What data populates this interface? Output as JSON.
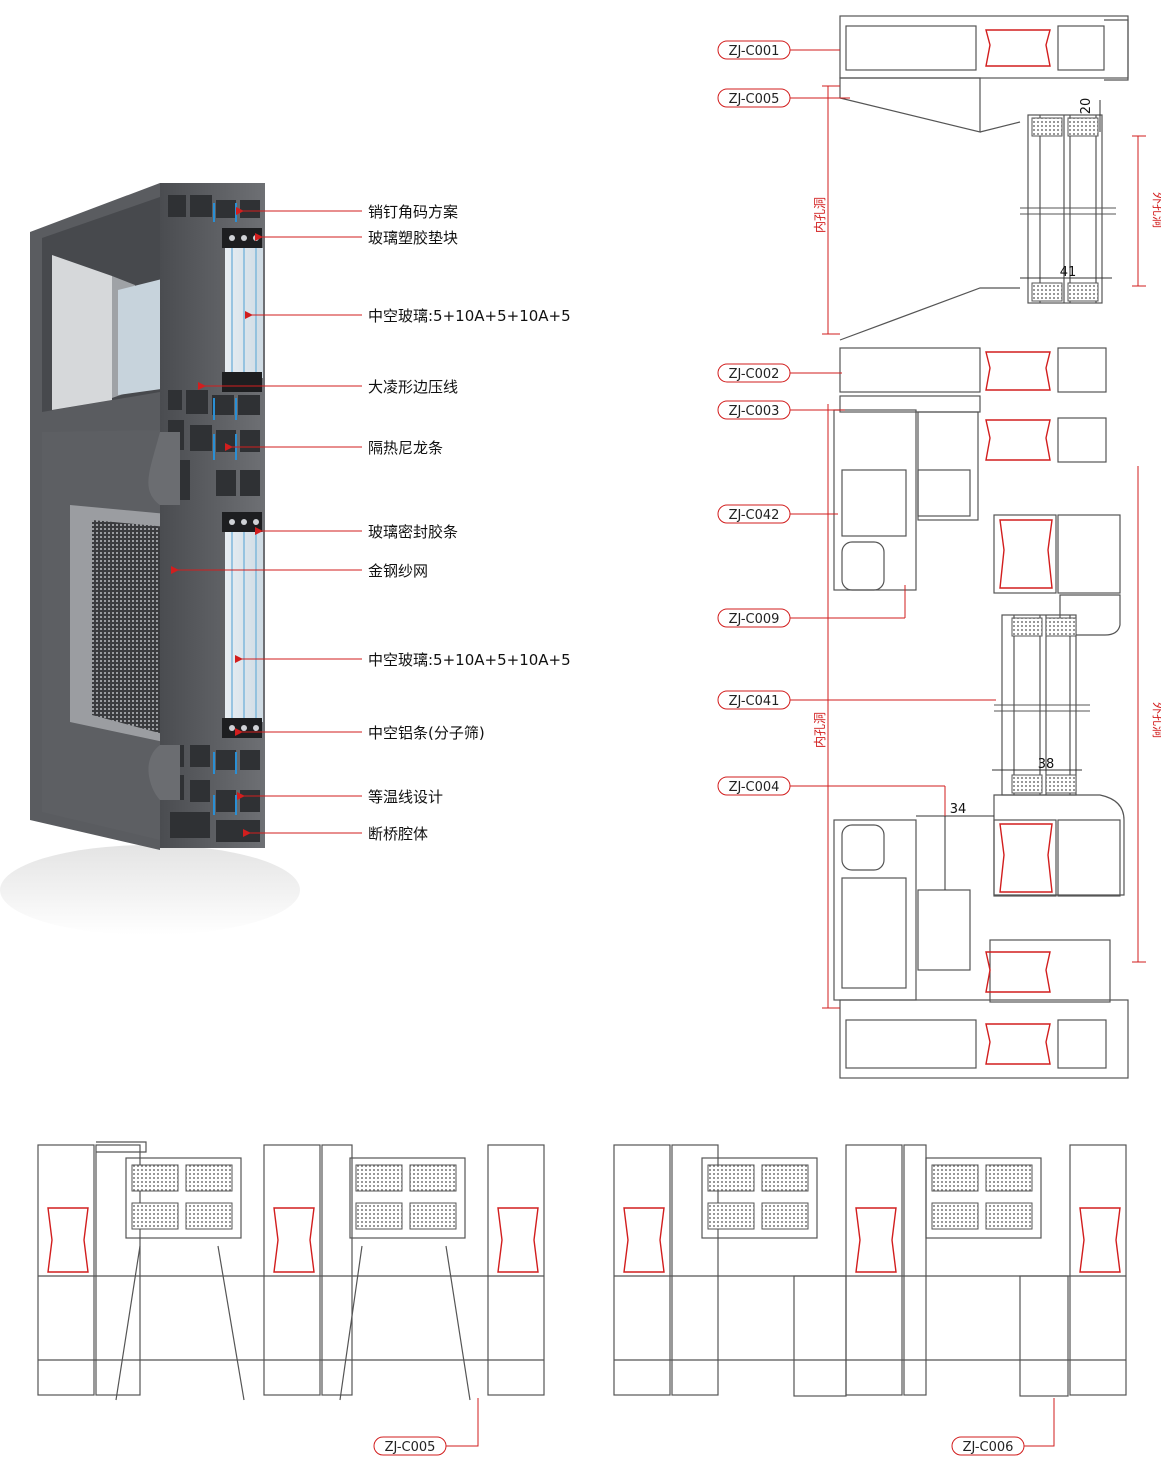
{
  "callouts": [
    "销钉角码方案",
    "玻璃塑胶垫块",
    "中空玻璃:5+10A+5+10A+5",
    "大凌形边压线",
    "隔热尼龙条",
    "玻璃密封胶条",
    "金钢纱网",
    "中空玻璃:5+10A+5+10A+5",
    "中空铝条(分子筛)",
    "等温线设计",
    "断桥腔体"
  ],
  "section_codes": [
    "ZJ-C001",
    "ZJ-C005",
    "ZJ-C002",
    "ZJ-C003",
    "ZJ-C042",
    "ZJ-C009",
    "ZJ-C041",
    "ZJ-C004"
  ],
  "dims": {
    "inner_hole": "内孔洞",
    "outer_hole": "外孔洞",
    "d20": "20",
    "d41": "41",
    "d38": "38",
    "d34": "34"
  },
  "bottom_codes": [
    "ZJ-C005",
    "ZJ-C006"
  ],
  "colors": {
    "leader": "#d21e1e",
    "profile": "#555555",
    "aluminum": "#6d6f72",
    "thermal_break": "#d21e1e"
  }
}
